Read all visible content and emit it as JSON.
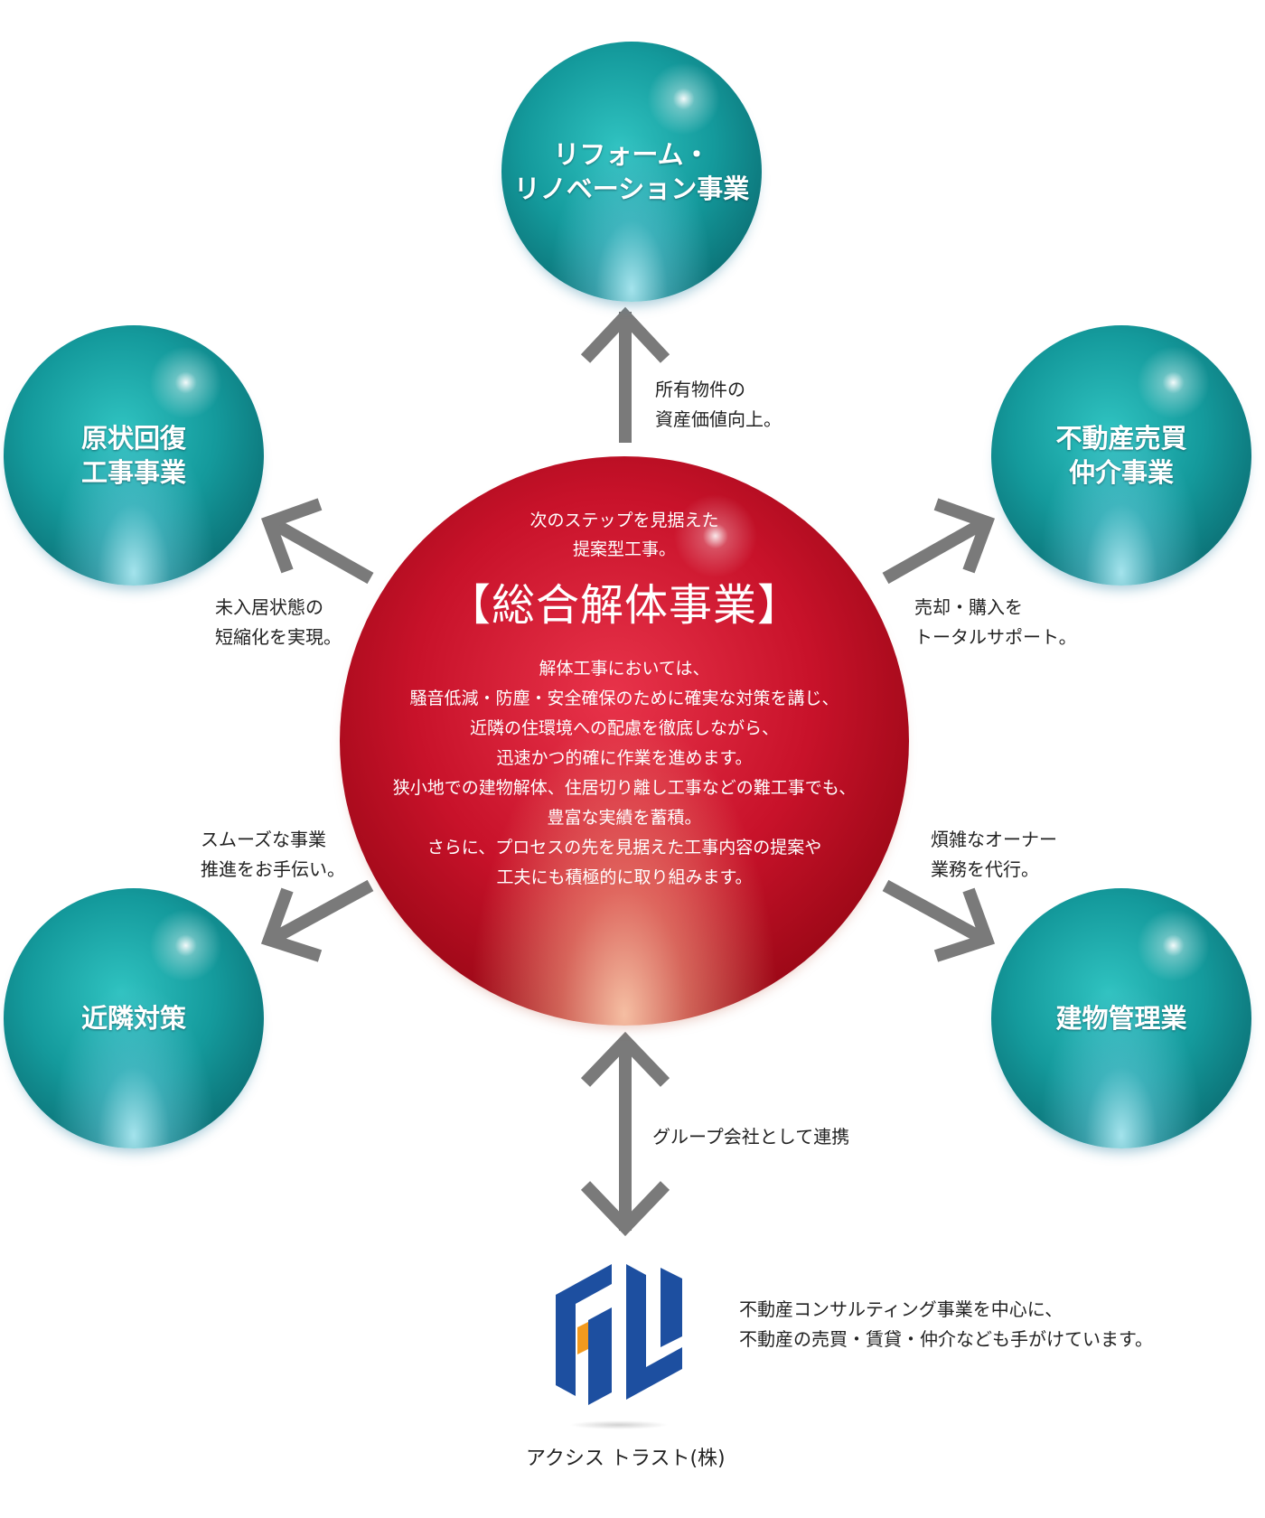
{
  "center": {
    "subtitle": "次のステップを見据えた\n提案型工事。",
    "title": "【総合解体事業】",
    "body": "解体工事においては、\n騒音低減・防塵・安全確保のために確実な対策を講じ、\n近隣の住環境への配慮を徹底しながら、\n迅速かつ的確に作業を進めます。\n狭小地での建物解体、住居切り離し工事などの難工事でも、\n豊富な実績を蓄積。\nさらに、プロセスの先を見据えた工事内容の提案や\n工夫にも積極的に取り組みます。"
  },
  "spheres": {
    "top": "リフォーム・\nリノベーション事業",
    "left_upper": "原状回復\n工事事業",
    "right_upper": "不動産売買\n仲介事業",
    "left_lower": "近隣対策",
    "right_lower": "建物管理業"
  },
  "notes": {
    "top": "所有物件の\n資産価値向上。",
    "left_upper": "未入居状態の\n短縮化を実現。",
    "right_upper": "売却・購入を\nトータルサポート。",
    "left_lower": "スムーズな事業\n推進をお手伝い。",
    "right_lower": "煩雑なオーナー\n業務を代行。",
    "bottom": "グループ会社として連携"
  },
  "company": {
    "name": "アクシス トラスト(株)",
    "description": "不動産コンサルティング事業を中心に、\n不動産の売買・賃貸・仲介なども手がけています。"
  },
  "colors": {
    "arrow": "#7a7a7a",
    "logo_blue": "#1d4fa0",
    "logo_orange": "#f39a1e"
  }
}
